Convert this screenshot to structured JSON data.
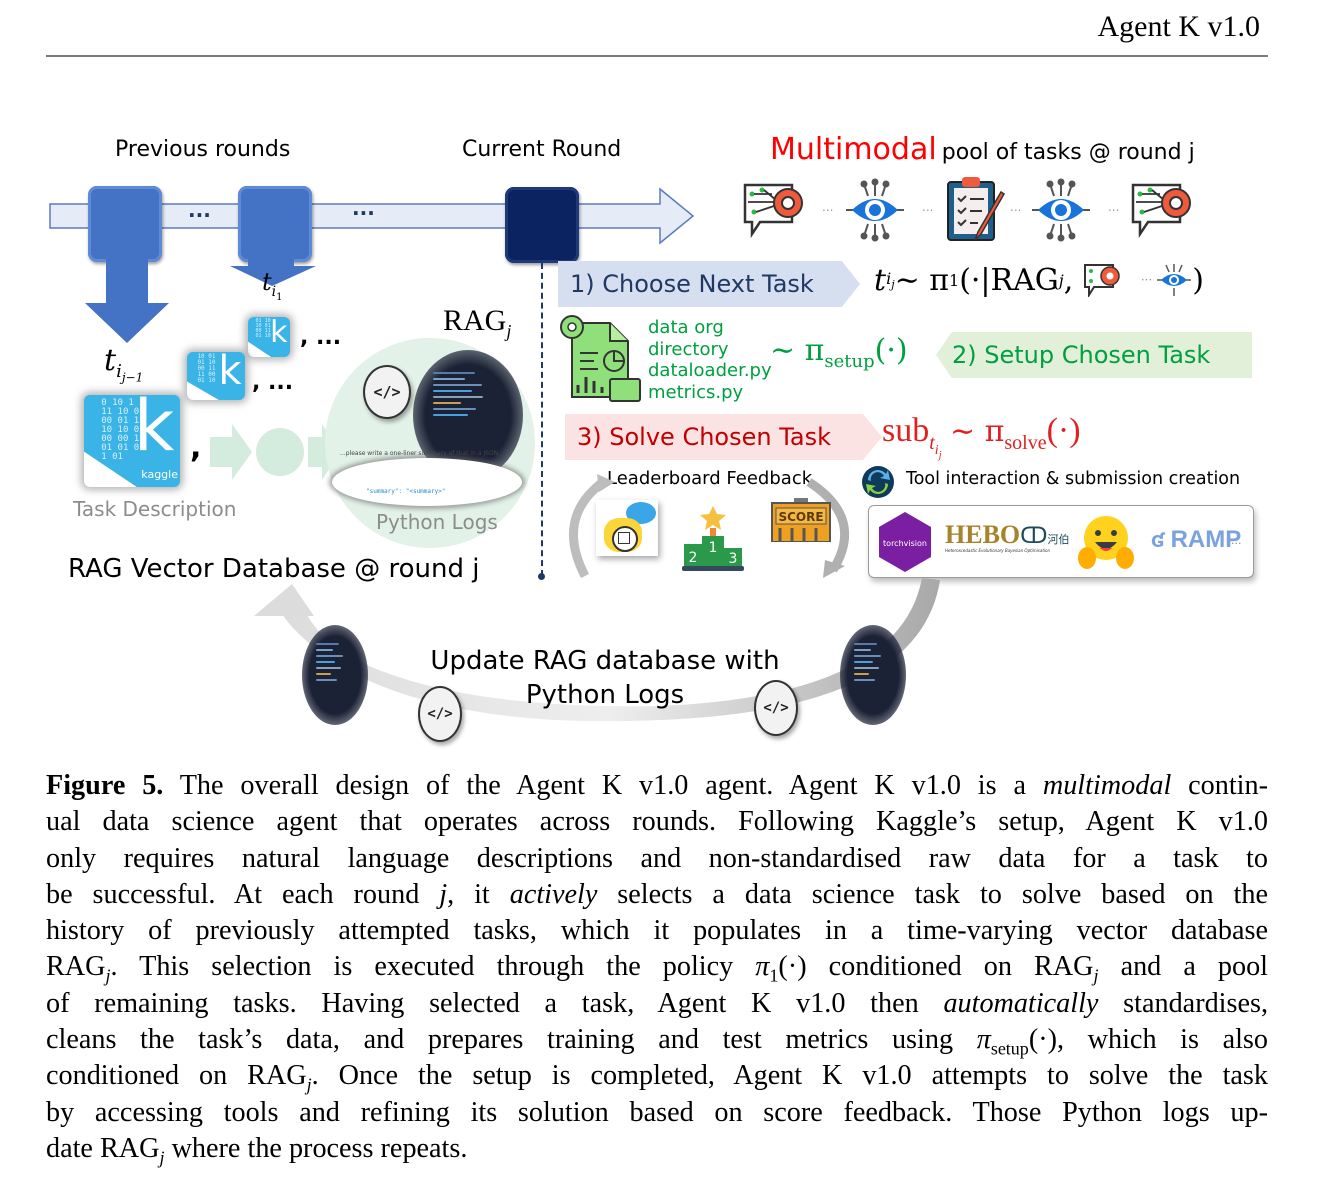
{
  "header": {
    "title": "Agent K v1.0"
  },
  "figure": {
    "timeline": {
      "previous_rounds_label": "Previous rounds",
      "current_round_label": "Current Round",
      "ellipsis": "..."
    },
    "task_pool": {
      "title_highlight": "Multimodal",
      "title_rest": "pool of tasks @ round j",
      "highlight_color": "#ff0000",
      "icons": [
        "nlp-gear-icon",
        "vision-eye-icon",
        "clipboard-pencil-icon",
        "vision-eye-icon",
        "nlp-gear-icon"
      ],
      "separator": "..."
    },
    "labels": {
      "t_i1_base": "t",
      "t_i1_sub": "i",
      "t_i1_subsub": "1",
      "t_prev_base": "t",
      "t_prev_sub": "i",
      "t_prev_subsub": "j−1",
      "rag_j_base": "RAG",
      "rag_j_sub": "j",
      "comma_ellipsis": ", ...",
      "comma": ",",
      "kaggle_text": "kaggle",
      "task_description": "Task Description",
      "python_logs": "Python Logs",
      "rag_db_title": "RAG Vector Database @ round j",
      "log_prompt": "...please write a one-liner summary of that in a JSON",
      "log_json": "\"summary\": \"<summary>\""
    },
    "steps": {
      "step1": {
        "label": "1) Choose Next Task",
        "formula": "t_{i_j} ~ π₁(·|RAG_j, [nlp] ··· [vision])",
        "formula_t": "t",
        "formula_sub_i": "i",
        "formula_sub_j": "j",
        "formula_mid": " ∼ π",
        "formula_pi_sub": "1",
        "formula_open": "(·|",
        "formula_rag": "RAG",
        "formula_rag_sub": "j",
        "formula_close": ")",
        "bg_color": "#d6dff0",
        "text_color": "#1f3864"
      },
      "step2": {
        "label": "2) Setup Chosen Task",
        "outputs": [
          "data org",
          "directory",
          "dataloader.py",
          "metrics.py"
        ],
        "formula_tilde": "∼ π",
        "formula_sub": "setup",
        "formula_arg": "(·)",
        "bg_color": "#e2f0d9",
        "text_color": "#00a040"
      },
      "step3": {
        "label": "3) Solve Chosen Task",
        "formula_sub": "sub",
        "formula_t": "t",
        "formula_i": "i",
        "formula_j": "j",
        "formula_tilde": "∼ π",
        "formula_pi_sub": "solve",
        "formula_arg": "(·)",
        "bg_color": "#fbe3e4",
        "text_color": "#c00000",
        "formula_color": "#e02020"
      }
    },
    "feedback": {
      "title": "Leaderboard Feedback",
      "podium": [
        "2",
        "1",
        "3"
      ],
      "score_label": "SCORE"
    },
    "tools": {
      "title": "Tool interaction & submission creation",
      "items": [
        "torchvision",
        "HEBO",
        "hugging-face",
        "RAMP"
      ],
      "hebo_cjk": "河伯",
      "hebo_subtitle": "Heteroscedastic Evolutionary Bayesian Optimisation",
      "more": "..."
    },
    "update_loop": {
      "line1": "Update RAG database with",
      "line2": "Python Logs",
      "code_glyph": "</>"
    }
  },
  "caption": {
    "label": "Figure 5.",
    "lines": [
      [
        {
          "t": " The overall design of the Agent K v1.0 agent. Agent K v1.0 is a "
        },
        {
          "t": "multimodal",
          "i": true
        },
        {
          "t": " contin-"
        }
      ],
      [
        {
          "t": "ual data science agent that operates across rounds. Following Kaggle’s setup, Agent K v1.0"
        }
      ],
      [
        {
          "t": "only requires natural language descriptions and non-standardised raw data for a task to"
        }
      ],
      [
        {
          "t": "be successful. At each round "
        },
        {
          "t": "j",
          "i": true
        },
        {
          "t": ", it "
        },
        {
          "t": "actively",
          "i": true
        },
        {
          "t": " selects a data science task to solve based on the"
        }
      ],
      [
        {
          "t": "history of previously attempted tasks, which it populates in a time-varying vector database"
        }
      ],
      [
        {
          "t": "RAG"
        },
        {
          "t": "j",
          "s": true
        },
        {
          "t": ". This selection is executed through the policy "
        },
        {
          "t": "π",
          "i": true
        },
        {
          "t": "1",
          "b": true
        },
        {
          "t": "(·) conditioned on RAG"
        },
        {
          "t": "j",
          "s": true
        },
        {
          "t": " and a pool"
        }
      ],
      [
        {
          "t": "of remaining tasks. Having selected a task, Agent K v1.0 then "
        },
        {
          "t": "automatically",
          "i": true
        },
        {
          "t": " standardises,"
        }
      ],
      [
        {
          "t": "cleans the task’s data, and prepares training and test metrics using "
        },
        {
          "t": "π",
          "i": true
        },
        {
          "t": "setup",
          "b": true
        },
        {
          "t": "(·), which is also"
        }
      ],
      [
        {
          "t": "conditioned on RAG"
        },
        {
          "t": "j",
          "s": true
        },
        {
          "t": ". Once the setup is completed, Agent K v1.0 attempts to solve the task"
        }
      ],
      [
        {
          "t": "by accessing tools and refining its solution based on score feedback. Those Python logs up-"
        }
      ],
      [
        {
          "t": "date RAG"
        },
        {
          "t": "j",
          "s": true
        },
        {
          "t": " where the process repeats."
        }
      ]
    ]
  }
}
